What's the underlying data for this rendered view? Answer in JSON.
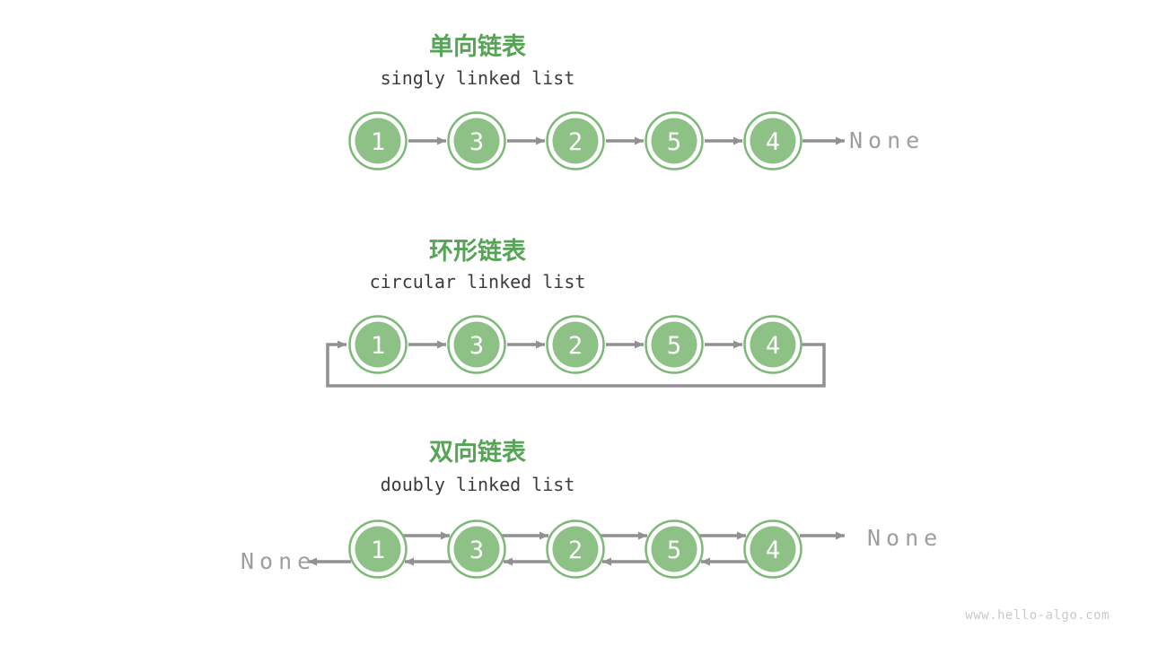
{
  "colors": {
    "title_green": "#57A457",
    "node_fill": "#8DC186",
    "node_ring": "#7CB876",
    "node_text": "#FFFFFF",
    "arrow_gray": "#919191",
    "none_gray": "#9E9E9E",
    "subtitle_dark": "#3B3B3B",
    "watermark_gray": "#C9C9C9",
    "background": "#FFFFFF"
  },
  "sections": [
    {
      "title": "单向链表",
      "subtitle": "singly linked list",
      "nodes": [
        "1",
        "3",
        "2",
        "5",
        "4"
      ],
      "tail_label": "None"
    },
    {
      "title": "环形链表",
      "subtitle": "circular linked list",
      "nodes": [
        "1",
        "3",
        "2",
        "5",
        "4"
      ]
    },
    {
      "title": "双向链表",
      "subtitle": "doubly linked list",
      "nodes": [
        "1",
        "3",
        "2",
        "5",
        "4"
      ],
      "head_prev_label": "None",
      "tail_next_label": "None"
    }
  ],
  "watermark": "www.hello-algo.com"
}
